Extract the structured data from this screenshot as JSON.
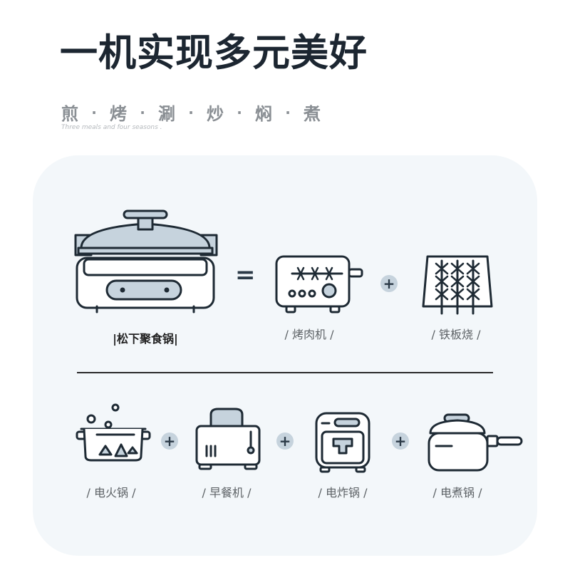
{
  "header": {
    "title": "一机实现多元美好",
    "methods": [
      "煎",
      "烤",
      "涮",
      "炒",
      "焖",
      "煮"
    ],
    "method_separator": "·",
    "subtitle_en": "Three meals and four seasons ."
  },
  "equation": {
    "equals": "=",
    "plus": "+",
    "main_product": "|松下聚食锅|",
    "top_items": [
      "/ 烤肉机 /",
      "/ 铁板烧 /"
    ],
    "bottom_items": [
      "/ 电火锅 /",
      "/ 早餐机 /",
      "/ 电炸锅 /",
      "/ 电煮锅 /"
    ]
  },
  "colors": {
    "title": "#1c2631",
    "accent_blue": "#c6d3dd",
    "panel_bg": "#f3f7fa",
    "line": "#1e2a34"
  },
  "icons": [
    "multi-cooker-icon",
    "grill-icon",
    "skewer-grill-icon",
    "hotpot-icon",
    "toaster-icon",
    "air-fryer-icon",
    "saucepan-icon"
  ]
}
